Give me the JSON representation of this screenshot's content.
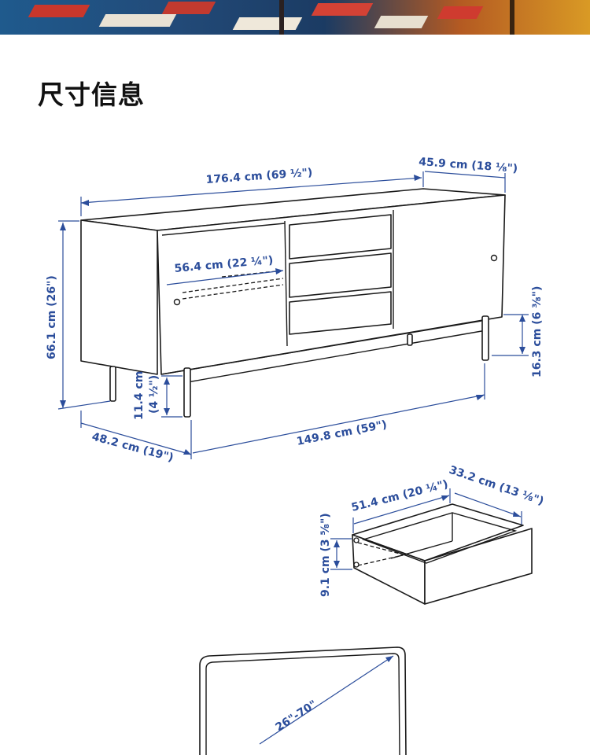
{
  "section_title": "尺寸信息",
  "sideboard": {
    "width": "176.4 cm (69 ½\")",
    "depth_top": "45.9 cm (18 ⅛\")",
    "height": "66.1 cm (26\")",
    "door_opening": "56.4 cm (22 ¼\")",
    "floor_clearance": "16.3 cm (6 ⅜\")",
    "leg_height_cm": "11.4 cm",
    "leg_height_in": "(4 ½\")",
    "depth_base": "48.2 cm (19\")",
    "leg_span": "149.8 cm (59\")"
  },
  "drawer": {
    "inner_width": "51.4 cm (20 ¼\")",
    "inner_depth": "33.2 cm (13 ⅛\")",
    "inner_height": "9.1 cm (3 ⅝\")"
  },
  "tv": {
    "size_range": "26\"-70\""
  },
  "colors": {
    "dimension": "#2b4d9b",
    "outline": "#1a1a1a"
  }
}
